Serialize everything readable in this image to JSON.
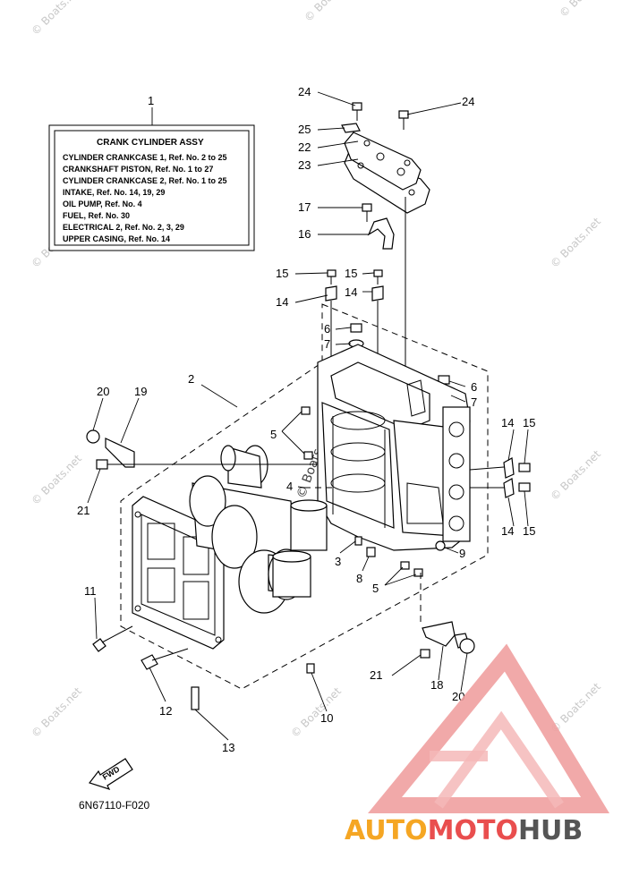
{
  "assembly_box": {
    "ref": "1",
    "title": "CRANK CYLINDER ASSY",
    "lines": [
      "CYLINDER CRANKCASE 1,  Ref. No. 2 to 25",
      "CRANKSHAFT PISTON,  Ref. No. 1 to 27",
      "CYLINDER CRANKCASE 2,  Ref. No. 1 to 25",
      "INTAKE,  Ref. No. 14, 19, 29",
      "OIL PUMP,  Ref. No. 4",
      "FUEL,  Ref. No. 30",
      "ELECTRICAL 2,  Ref. No. 2, 3, 29",
      "UPPER CASING,  Ref. No. 14"
    ]
  },
  "callouts": {
    "c2": "2",
    "c3": "3",
    "c4": "4",
    "c5a": "5",
    "c5b": "5",
    "c6a": "6",
    "c6b": "6",
    "c7a": "7",
    "c7b": "7",
    "c8": "8",
    "c9": "9",
    "c10": "10",
    "c11": "11",
    "c12": "12",
    "c13": "13",
    "c14a": "14",
    "c14b": "14",
    "c14c": "14",
    "c14d": "14",
    "c15a": "15",
    "c15b": "15",
    "c15c": "15",
    "c15d": "15",
    "c16": "16",
    "c17": "17",
    "c18": "18",
    "c19": "19",
    "c20a": "20",
    "c20b": "20",
    "c21a": "21",
    "c21b": "21",
    "c22": "22",
    "c23": "23",
    "c24a": "24",
    "c24b": "24",
    "c25": "25"
  },
  "fwd_label": "FWD",
  "diagram_code": "6N67110-F020",
  "watermark": "© Boats.net",
  "brand": {
    "part1": "AUTO",
    "part2": "MOTO",
    "part3": "HUB",
    "color1": "#f5a623",
    "color2": "#e94e4e",
    "color3": "#555555"
  }
}
